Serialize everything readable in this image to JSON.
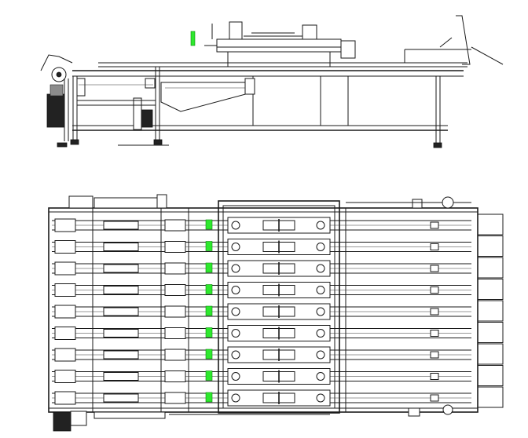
{
  "drawing": {
    "views": [
      "side-elevation",
      "top-plan"
    ],
    "lane_count": 9,
    "highlight_color": "#2ee82e",
    "line_color": "#1a1a1a",
    "background": "#ffffff"
  }
}
